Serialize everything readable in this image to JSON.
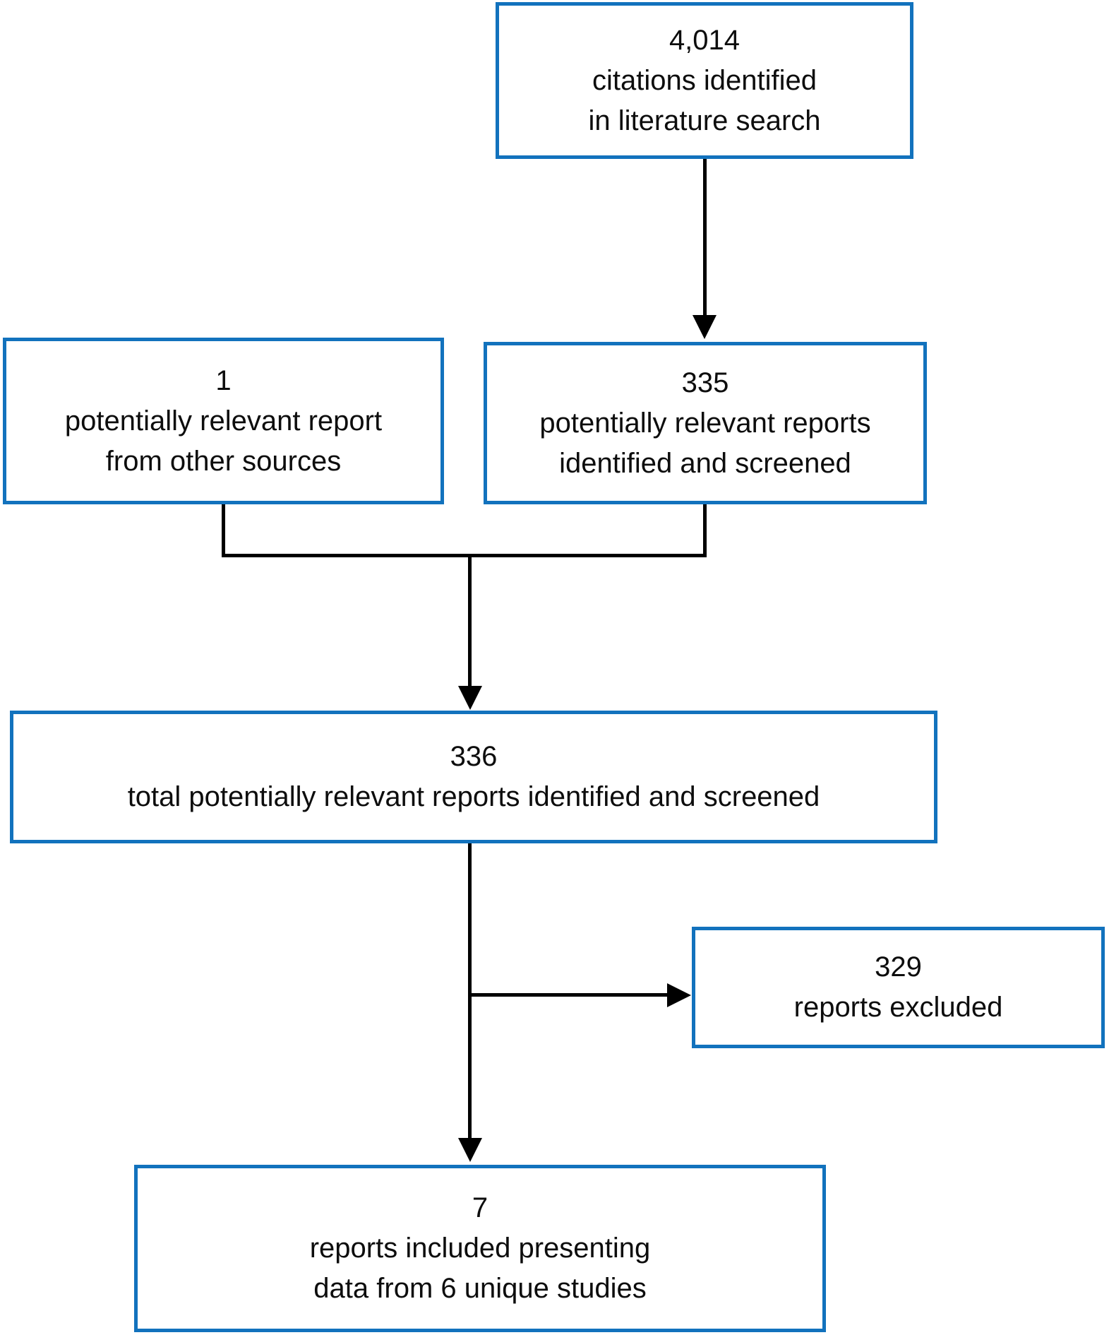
{
  "colors": {
    "box_border": "#1272bd",
    "box_fill": "#ffffff",
    "connector": "#000000",
    "text": "#0d0d0d",
    "background": "#ffffff"
  },
  "boxes": {
    "citations_identified": {
      "lines": [
        "4,014",
        "citations identified",
        "in literature search"
      ]
    },
    "other_sources": {
      "lines": [
        "1",
        "potentially relevant report",
        "from other sources"
      ]
    },
    "identified_screened": {
      "lines": [
        "335",
        "potentially relevant reports",
        "identified and screened"
      ]
    },
    "total_screened": {
      "lines": [
        "336",
        "total potentially relevant reports identified and screened"
      ]
    },
    "excluded": {
      "lines": [
        "329",
        "reports excluded"
      ]
    },
    "included": {
      "lines": [
        "7",
        "reports included presenting",
        "data from 6 unique studies"
      ]
    }
  },
  "edges": [
    {
      "from": "citations_identified",
      "to": "identified_screened",
      "type": "arrow"
    },
    {
      "from": "other_sources",
      "to": "total_screened",
      "type": "merge"
    },
    {
      "from": "identified_screened",
      "to": "total_screened",
      "type": "merge"
    },
    {
      "from": "total_screened",
      "to": "excluded",
      "type": "arrow-branch"
    },
    {
      "from": "total_screened",
      "to": "included",
      "type": "arrow"
    }
  ]
}
